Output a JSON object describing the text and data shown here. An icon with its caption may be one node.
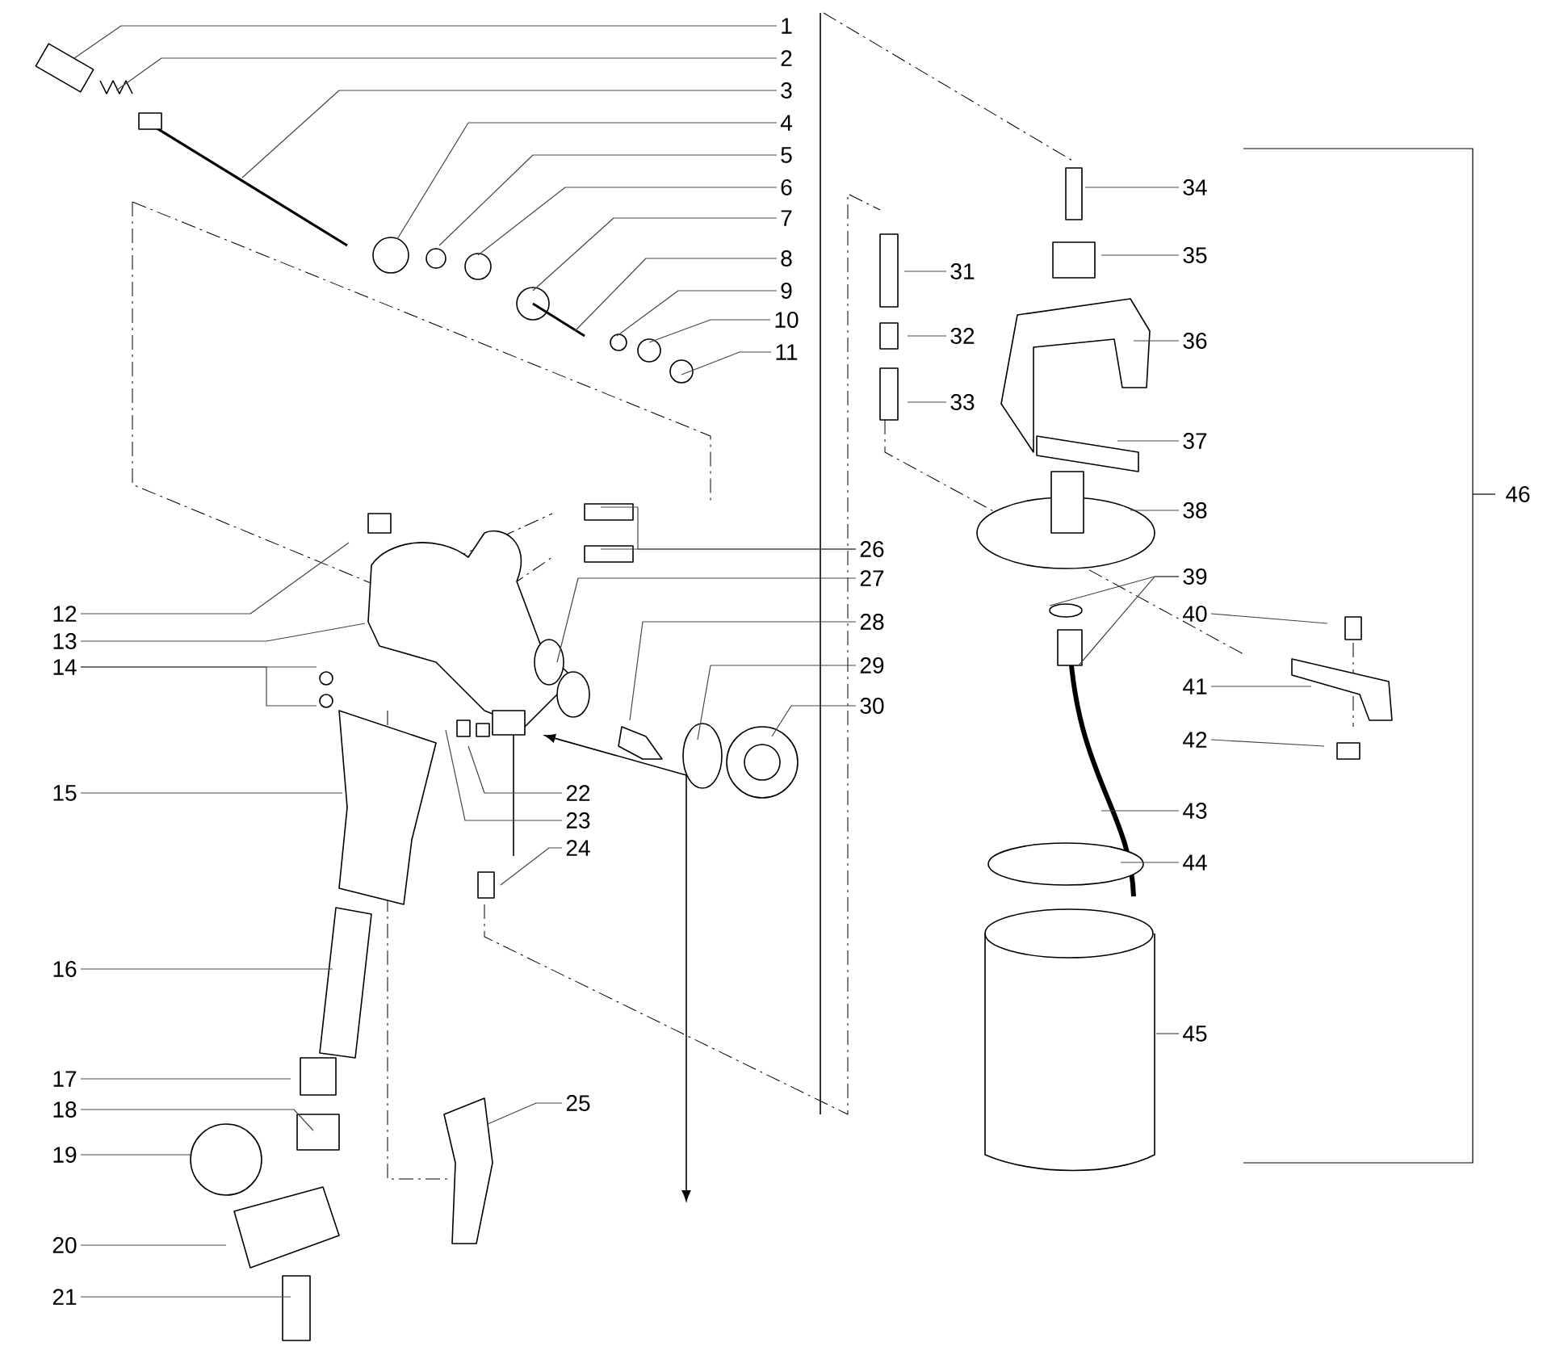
{
  "diagram": {
    "nodes": [
      {
        "text": [
          "1"
        ]
      },
      {
        "text": [
          "2"
        ]
      },
      {
        "text": [
          "3"
        ]
      },
      {
        "text": [
          "4"
        ]
      },
      {
        "text": [
          "5"
        ]
      },
      {
        "text": [
          "6"
        ]
      },
      {
        "text": [
          "7"
        ]
      },
      {
        "text": [
          "8"
        ]
      },
      {
        "text": [
          "9"
        ]
      },
      {
        "text": [
          "10"
        ]
      },
      {
        "text": [
          "11"
        ]
      },
      {
        "text": [
          "12"
        ]
      },
      {
        "text": [
          "13"
        ]
      },
      {
        "text": [
          "14"
        ]
      },
      {
        "text": [
          "15"
        ]
      },
      {
        "text": [
          "16"
        ]
      },
      {
        "text": [
          "17"
        ]
      },
      {
        "text": [
          "18"
        ]
      },
      {
        "text": [
          "19"
        ]
      },
      {
        "text": [
          "20"
        ]
      },
      {
        "text": [
          "21"
        ]
      },
      {
        "text": [
          "22"
        ]
      },
      {
        "text": [
          "23"
        ]
      },
      {
        "text": [
          "24"
        ]
      },
      {
        "text": [
          "25"
        ]
      },
      {
        "text": [
          "26"
        ]
      },
      {
        "text": [
          "27"
        ]
      },
      {
        "text": [
          "28"
        ]
      },
      {
        "text": [
          "29"
        ]
      },
      {
        "text": [
          "30"
        ]
      },
      {
        "text": [
          "31"
        ]
      },
      {
        "text": [
          "32"
        ]
      },
      {
        "text": [
          "33"
        ]
      },
      {
        "text": [
          "34"
        ]
      },
      {
        "text": [
          "35"
        ]
      },
      {
        "text": [
          "36"
        ]
      },
      {
        "text": [
          "37"
        ]
      },
      {
        "text": [
          "38"
        ]
      },
      {
        "text": [
          "39"
        ]
      },
      {
        "text": [
          "40"
        ]
      },
      {
        "text": [
          "41"
        ]
      },
      {
        "text": [
          "42"
        ]
      },
      {
        "text": [
          "43"
        ]
      },
      {
        "text": [
          "44"
        ]
      },
      {
        "text": [
          "45"
        ]
      },
      {
        "text": [
          "46"
        ]
      }
    ],
    "edges": [
      {
        "from": 0,
        "to": null,
        "arrow": "none"
      },
      {
        "from": 1,
        "to": null,
        "arrow": "none"
      },
      {
        "from": 2,
        "to": null,
        "arrow": "none"
      },
      {
        "from": 3,
        "to": null,
        "arrow": "none"
      },
      {
        "from": 4,
        "to": null,
        "arrow": "none"
      },
      {
        "from": 5,
        "to": null,
        "arrow": "none"
      },
      {
        "from": 6,
        "to": null,
        "arrow": "none"
      },
      {
        "from": 7,
        "to": null,
        "arrow": "none"
      },
      {
        "from": 8,
        "to": null,
        "arrow": "none"
      },
      {
        "from": 9,
        "to": null,
        "arrow": "none"
      },
      {
        "from": 10,
        "to": null,
        "arrow": "none"
      },
      {
        "from": 11,
        "to": null,
        "arrow": "none"
      },
      {
        "from": 12,
        "to": null,
        "arrow": "none"
      },
      {
        "from": 13,
        "to": null,
        "arrow": "none"
      },
      {
        "from": 13,
        "to": null,
        "arrow": "none"
      },
      {
        "from": 14,
        "to": null,
        "arrow": "none"
      },
      {
        "from": 15,
        "to": null,
        "arrow": "none"
      },
      {
        "from": 16,
        "to": null,
        "arrow": "none"
      },
      {
        "from": 17,
        "to": null,
        "arrow": "none"
      },
      {
        "from": 18,
        "to": null,
        "arrow": "none"
      },
      {
        "from": 19,
        "to": null,
        "arrow": "none"
      },
      {
        "from": 20,
        "to": null,
        "arrow": "none"
      },
      {
        "from": 21,
        "to": null,
        "arrow": "none"
      },
      {
        "from": 22,
        "to": null,
        "arrow": "none"
      },
      {
        "from": 23,
        "to": null,
        "arrow": "none"
      },
      {
        "from": 24,
        "to": null,
        "arrow": "none"
      },
      {
        "from": 25,
        "to": null,
        "arrow": "none"
      },
      {
        "from": 25,
        "to": null,
        "arrow": "none"
      },
      {
        "from": 26,
        "to": null,
        "arrow": "none"
      },
      {
        "from": 27,
        "to": null,
        "arrow": "none"
      },
      {
        "from": 28,
        "to": null,
        "arrow": "none"
      },
      {
        "from": 29,
        "to": null,
        "arrow": "none"
      },
      {
        "from": 30,
        "to": null,
        "arrow": "none"
      },
      {
        "from": 31,
        "to": null,
        "arrow": "none"
      },
      {
        "from": 32,
        "to": null,
        "arrow": "none"
      },
      {
        "from": 33,
        "to": null,
        "arrow": "none"
      },
      {
        "from": 34,
        "to": null,
        "arrow": "none"
      },
      {
        "from": 35,
        "to": null,
        "arrow": "none"
      },
      {
        "from": 36,
        "to": null,
        "arrow": "none"
      },
      {
        "from": 37,
        "to": null,
        "arrow": "none"
      },
      {
        "from": 38,
        "to": null,
        "arrow": "none"
      },
      {
        "from": 38,
        "to": null,
        "arrow": "none"
      },
      {
        "from": 39,
        "to": null,
        "arrow": "none"
      },
      {
        "from": 40,
        "to": null,
        "arrow": "none"
      },
      {
        "from": 41,
        "to": null,
        "arrow": "none"
      },
      {
        "from": 42,
        "to": null,
        "arrow": "none"
      },
      {
        "from": 43,
        "to": null,
        "arrow": "none"
      },
      {
        "from": 44,
        "to": null,
        "arrow": "none"
      }
    ]
  }
}
